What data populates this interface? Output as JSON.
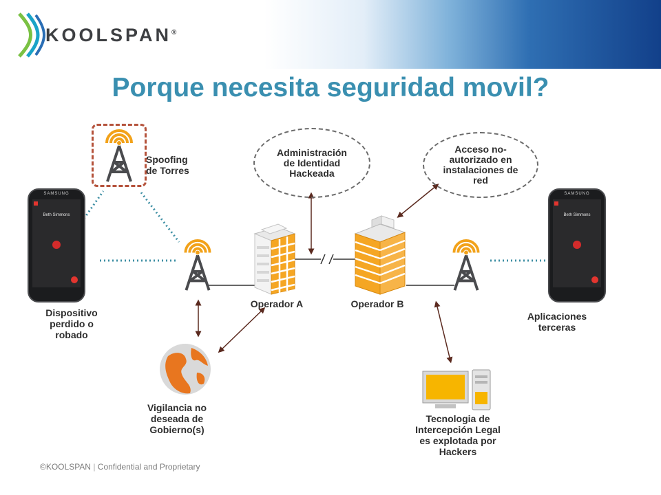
{
  "brand": {
    "logo_text": "KOOLSPAN",
    "registered": "®"
  },
  "title": "Porque necesita seguridad movil?",
  "labels": {
    "spoofing": [
      "Spoofing",
      "de Torres"
    ],
    "device": [
      "Dispositivo",
      "perdido o",
      "robado"
    ],
    "operator_a": "Operador A",
    "operator_b": "Operador B",
    "apps": [
      "Aplicaciones",
      "terceras"
    ],
    "surveillance": [
      "Vigilancia no",
      "deseada de",
      "Gobierno(s)"
    ],
    "interception": [
      "Tecnologia de",
      "Intercepción Legal",
      "es explotada por",
      "Hackers"
    ]
  },
  "bubbles": {
    "identity": [
      "Administración",
      "de Identidad",
      "Hackeada"
    ],
    "access": [
      "Acceso no-",
      "autorizado en",
      "instalaciones de",
      "red"
    ]
  },
  "phone": {
    "brand": "SAMSUNG",
    "caller": "Beth Simmons"
  },
  "footer": {
    "copyright": "©KOOLSPAN",
    "separator": "|",
    "note": "Confidential and Proprietary"
  },
  "colors": {
    "title": "#3a8fb0",
    "tower_waves": "#f2a21a",
    "building": "#f5a623",
    "dashed_box": "#b5533c",
    "dotted_link": "#3e8fa4"
  }
}
